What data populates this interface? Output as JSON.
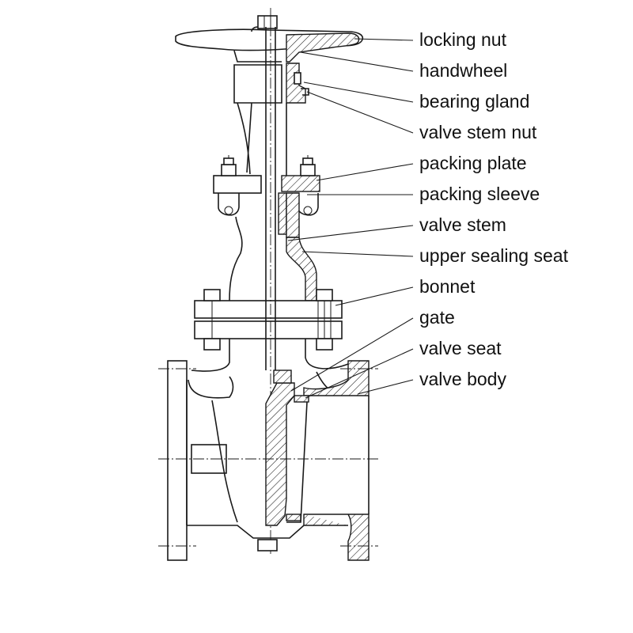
{
  "diagram": {
    "labels": [
      {
        "id": "locking-nut",
        "text": "locking nut"
      },
      {
        "id": "handwheel",
        "text": "handwheel"
      },
      {
        "id": "bearing-gland",
        "text": "bearing gland"
      },
      {
        "id": "valve-stem-nut",
        "text": "valve stem nut"
      },
      {
        "id": "packing-plate",
        "text": "packing plate"
      },
      {
        "id": "packing-sleeve",
        "text": "packing sleeve"
      },
      {
        "id": "valve-stem",
        "text": "valve stem"
      },
      {
        "id": "upper-sealing-seat",
        "text": "upper sealing seat"
      },
      {
        "id": "bonnet",
        "text": "bonnet"
      },
      {
        "id": "gate",
        "text": "gate"
      },
      {
        "id": "valve-seat",
        "text": "valve seat"
      },
      {
        "id": "valve-body",
        "text": "valve body"
      }
    ]
  }
}
